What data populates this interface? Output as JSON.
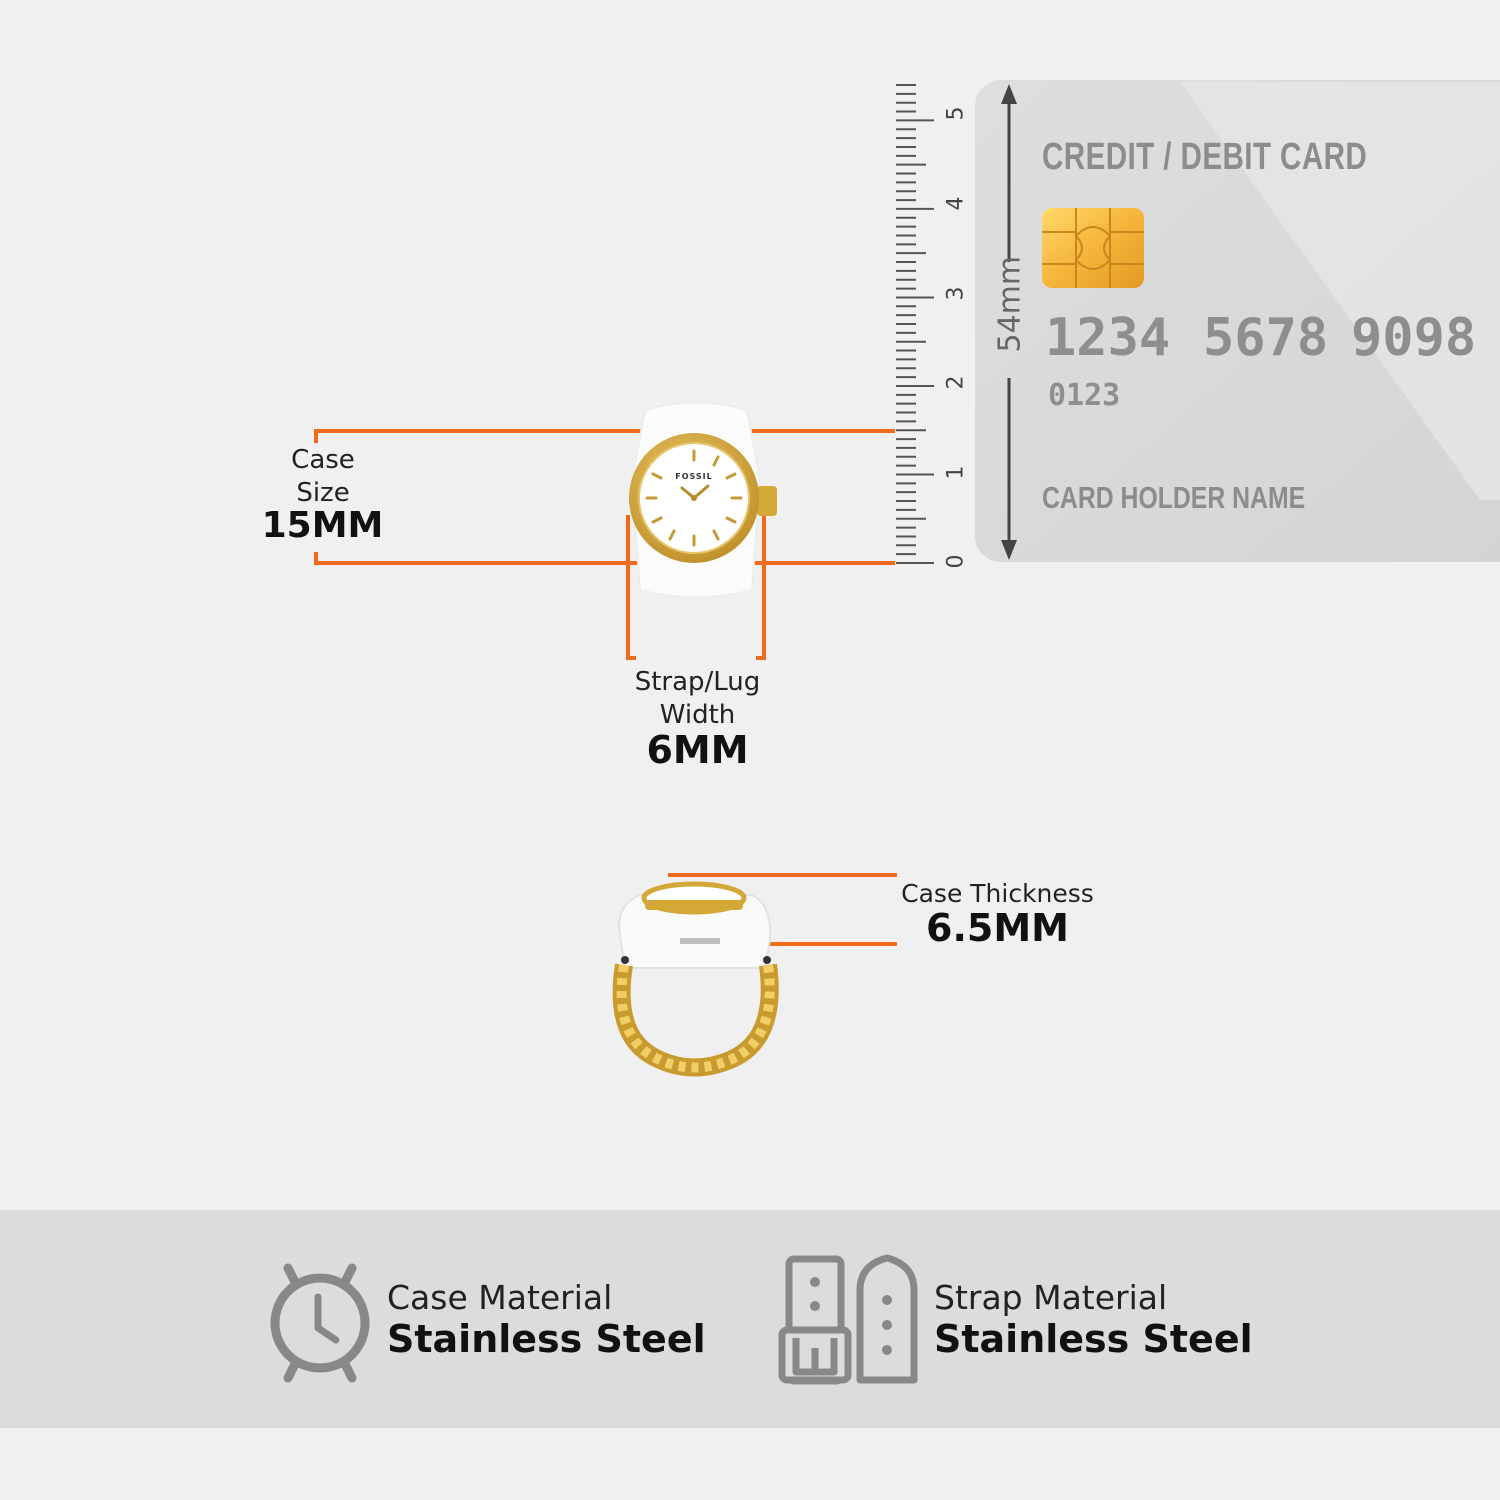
{
  "dimensions": {
    "case_size": {
      "label_line1": "Case",
      "label_line2": "Size",
      "value": "15MM"
    },
    "strap_lug_width": {
      "label_line1": "Strap/Lug",
      "label_line2": "Width",
      "value": "6MM"
    },
    "case_thickness": {
      "label": "Case Thickness",
      "value": "6.5MM"
    }
  },
  "ruler": {
    "numbers": [
      "0",
      "1",
      "2",
      "3",
      "4",
      "5"
    ]
  },
  "card": {
    "dimension_label": "54mm",
    "title": "CREDIT / DEBIT CARD",
    "number_groups": [
      "1234",
      "5678",
      "9098"
    ],
    "small_number": "0123",
    "holder_name": "CARD HOLDER NAME"
  },
  "watch": {
    "brand": "FOSSIL"
  },
  "features": [
    {
      "icon": "watch-case-icon",
      "label": "Case Material",
      "value": "Stainless Steel"
    },
    {
      "icon": "strap-buckle-icon",
      "label": "Strap Material",
      "value": "Stainless Steel"
    }
  ],
  "colors": {
    "accent_orange": "#f26a1b",
    "gold": "#d4a837",
    "background": "#f0f0f0",
    "band": "#dcdcdc",
    "icon_gray": "#888888"
  }
}
